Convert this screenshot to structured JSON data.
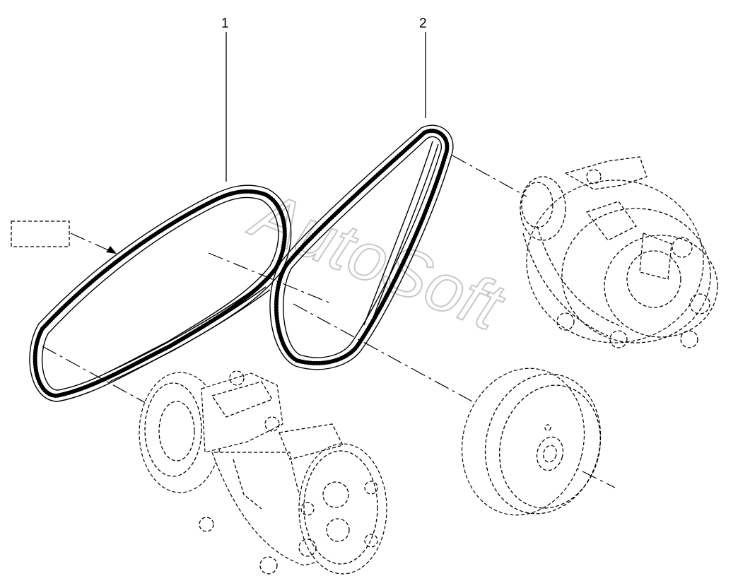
{
  "callouts": [
    {
      "id": "1",
      "label": "1"
    },
    {
      "id": "2",
      "label": "2"
    }
  ],
  "watermark": "AutoSoft"
}
